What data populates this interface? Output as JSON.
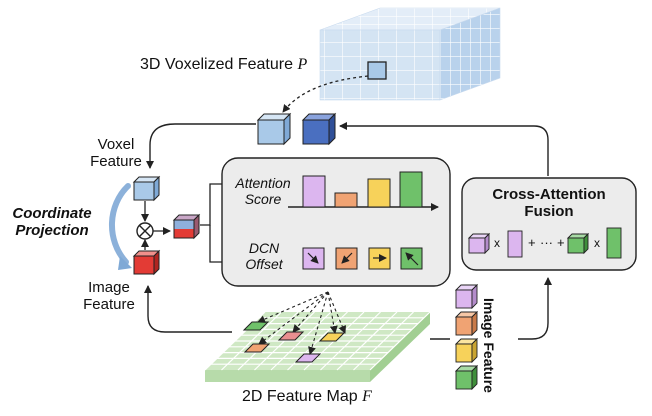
{
  "title_3d": {
    "text": "3D Voxelized Feature",
    "symbol": "P"
  },
  "title_2d": {
    "text": "2D Feature Map",
    "symbol": "F"
  },
  "voxel_feature": {
    "line1": "Voxel",
    "line2": "Feature"
  },
  "image_feature": {
    "line1": "Image",
    "line2": "Feature"
  },
  "coordinate_projection": {
    "line1": "Coordinate",
    "line2": "Projection"
  },
  "attention": {
    "line1": "Attention",
    "line2": "Score"
  },
  "dcn": {
    "line1": "DCN",
    "line2": "Offset"
  },
  "fusion": {
    "title_line1": "Cross-Attention",
    "title_line2": "Fusion",
    "times": "x",
    "plus": "+",
    "dots": "···"
  },
  "image_features_vertical": "Image Feature",
  "operator_symbol": "⊗",
  "colors": {
    "voxel_light_blue": "#a9c9e8",
    "voxel_dark_blue": "#4a6fc0",
    "image_red": "#e33b35",
    "attention_purple": "#dcb6ef",
    "attention_orange": "#f0a373",
    "attention_yellow": "#f7d25a",
    "attention_green": "#6fc16a",
    "panel_fill": "#ececec",
    "grid_green": "#cfe8c4",
    "grid_blue": "#cfe0f1"
  }
}
